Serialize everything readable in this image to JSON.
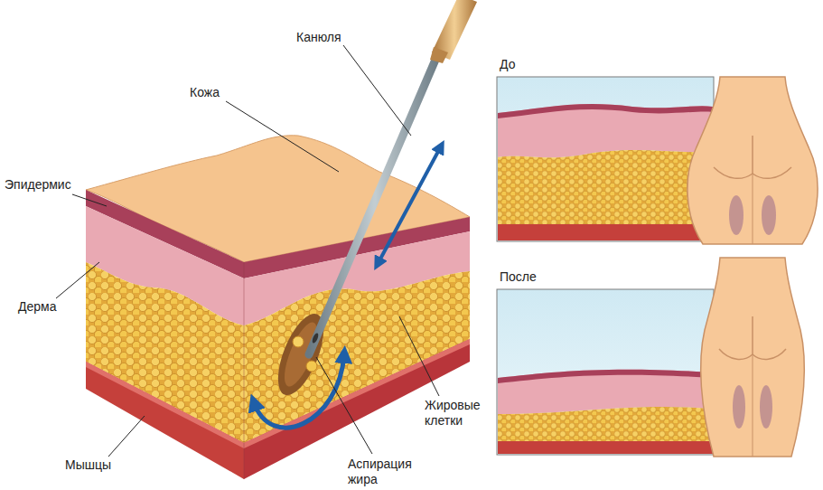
{
  "diagram": {
    "labels": [
      "Канюля",
      "Кожа",
      "Эпидермис",
      "Дерма",
      "Жировые клетки",
      "Мышцы",
      "Аспирация жира",
      "До",
      "После"
    ]
  }
}
